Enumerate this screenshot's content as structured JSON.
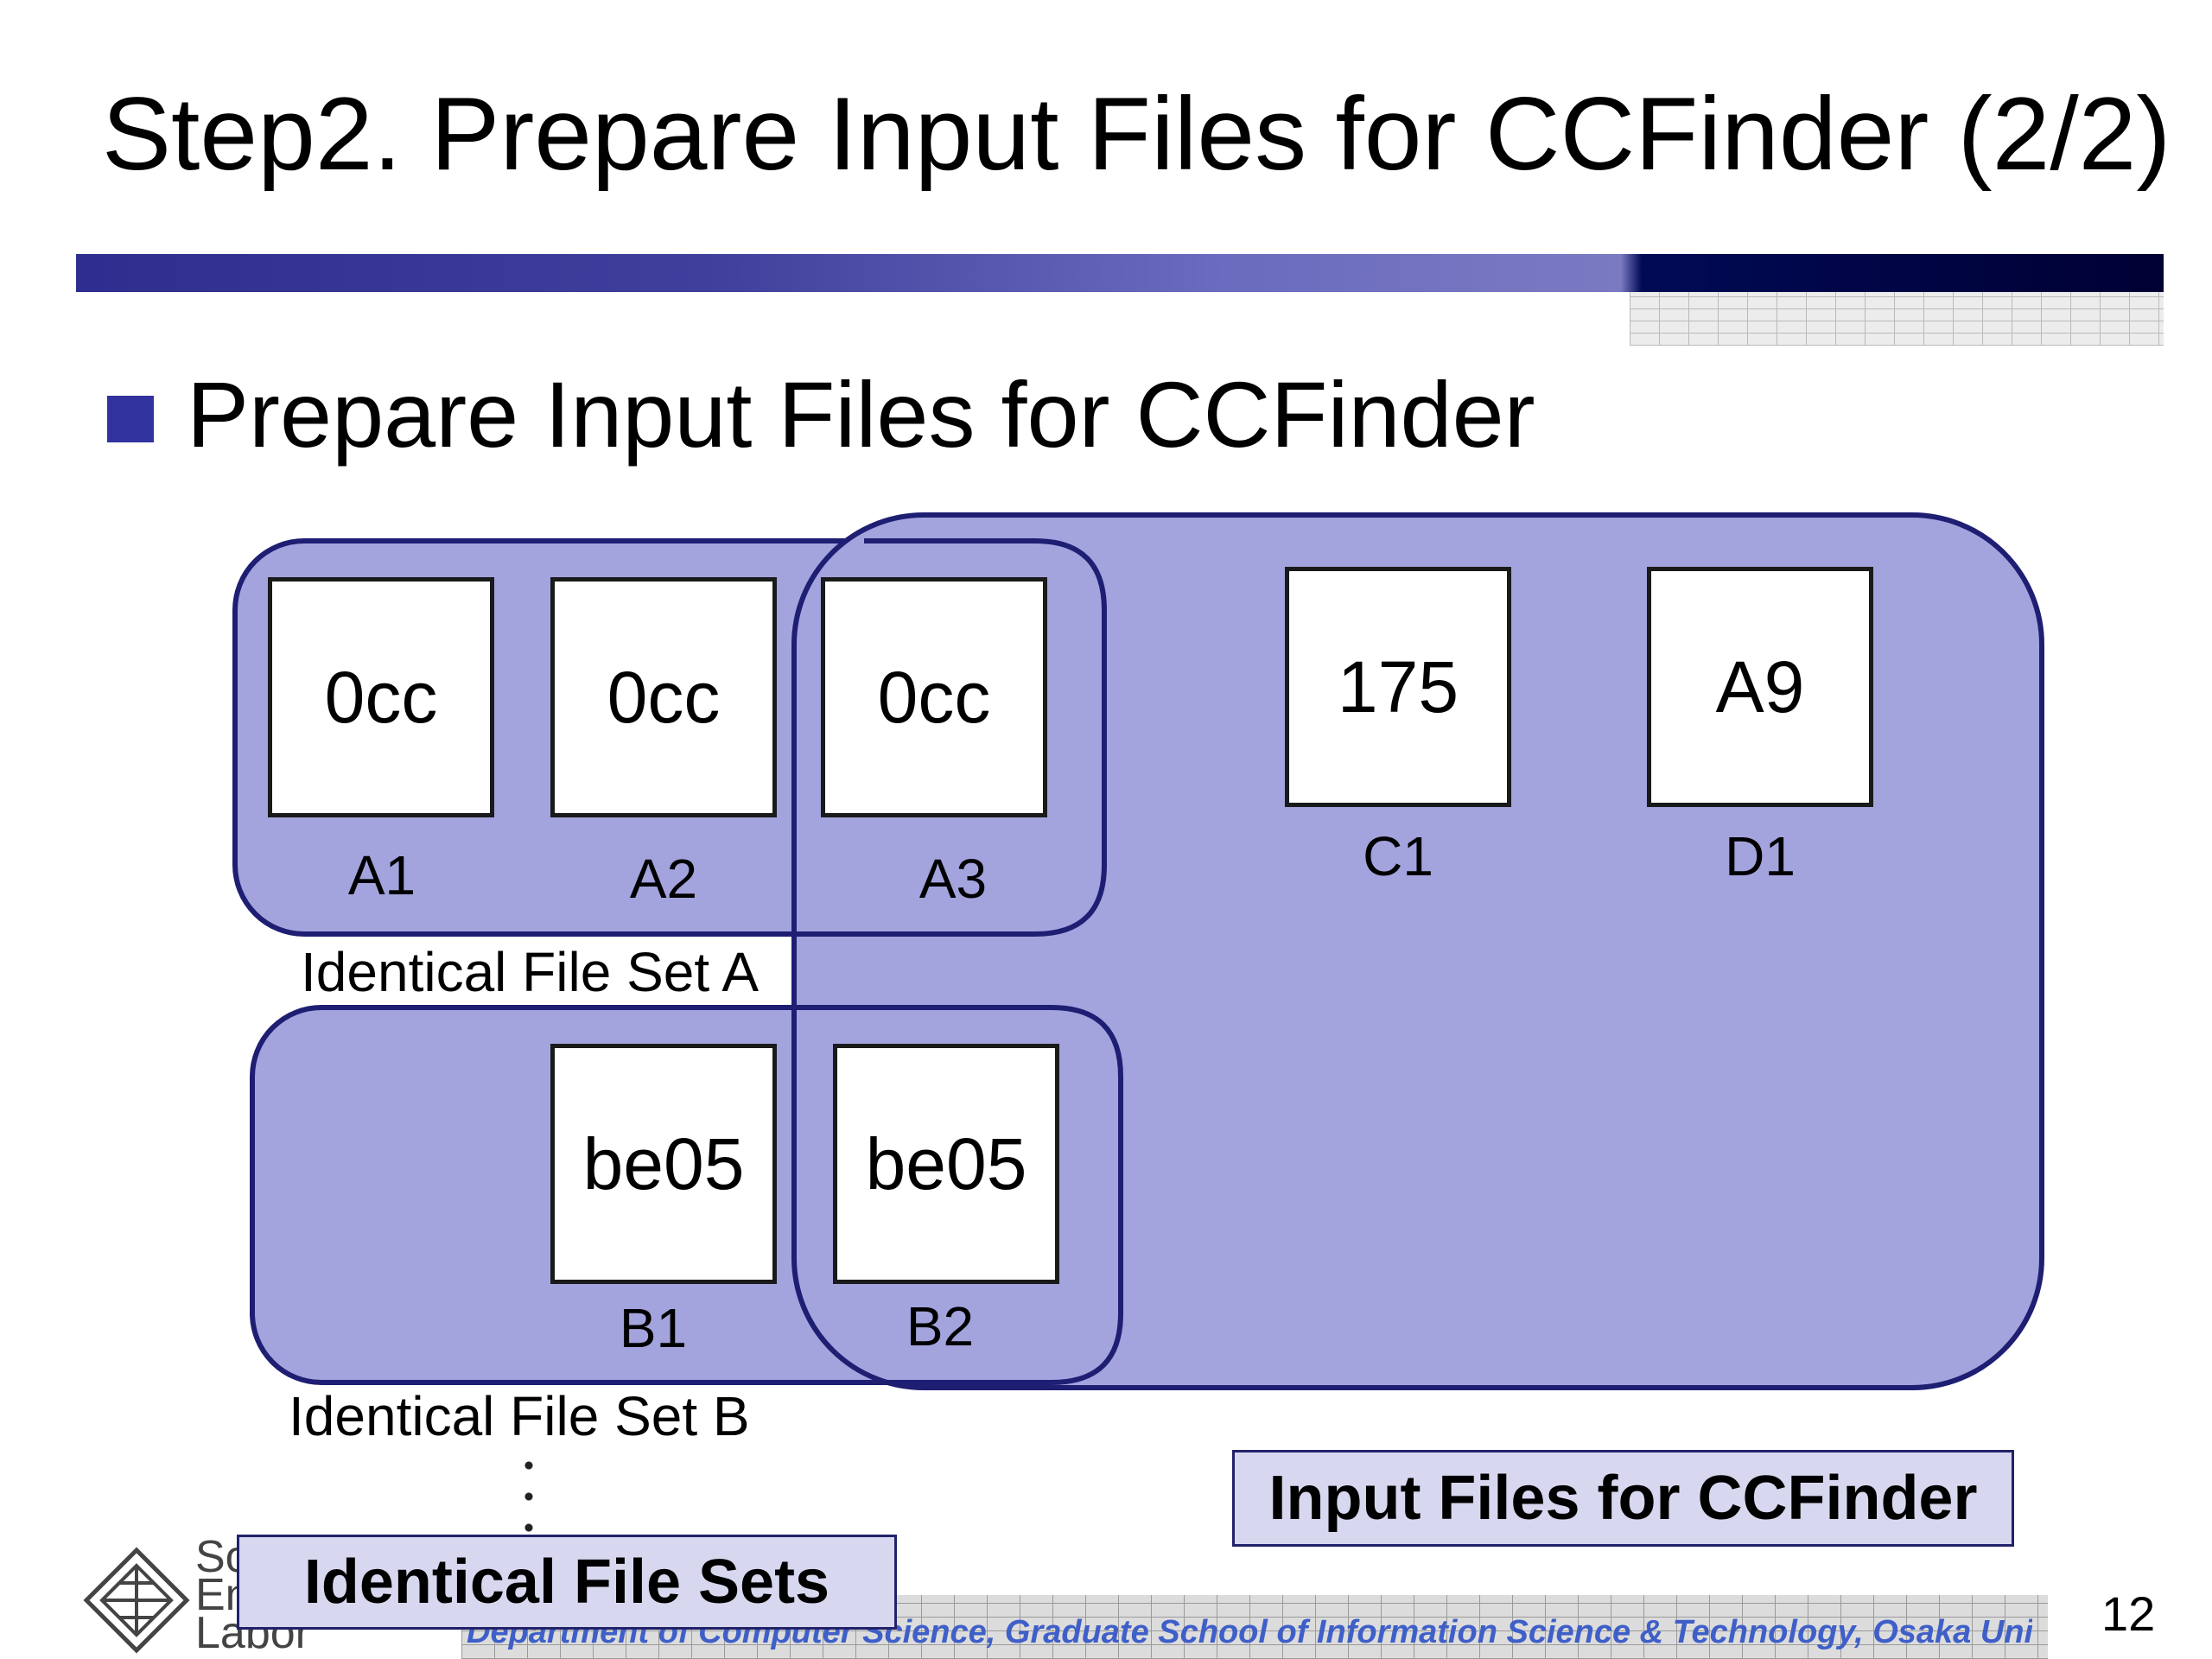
{
  "slide": {
    "title": "Step2. Prepare Input Files for CCFinder (2/2)",
    "bullet": "Prepare Input Files for CCFinder",
    "page_number": "12"
  },
  "files": [
    {
      "hash": "0cc",
      "label": "A1"
    },
    {
      "hash": "0cc",
      "label": "A2"
    },
    {
      "hash": "0cc",
      "label": "A3"
    },
    {
      "hash": "175",
      "label": "C1"
    },
    {
      "hash": "A9",
      "label": "D1"
    },
    {
      "hash": "be05",
      "label": "B1"
    },
    {
      "hash": "be05",
      "label": "B2"
    }
  ],
  "sets": {
    "set_a": "Identical File Set A",
    "set_b": "Identical File Set B"
  },
  "callouts": {
    "identical_file_sets": "Identical File Sets",
    "input_files": "Input Files for CCFinder"
  },
  "footer": {
    "department": "Department of Computer Science, Graduate School of Information Science & Technology, Osaka University",
    "lab_name": "Software Engineering Laboratory"
  },
  "colors": {
    "region_fill": "#a3a3de",
    "region_stroke": "#1e1e73",
    "accent": "#3333a0"
  }
}
